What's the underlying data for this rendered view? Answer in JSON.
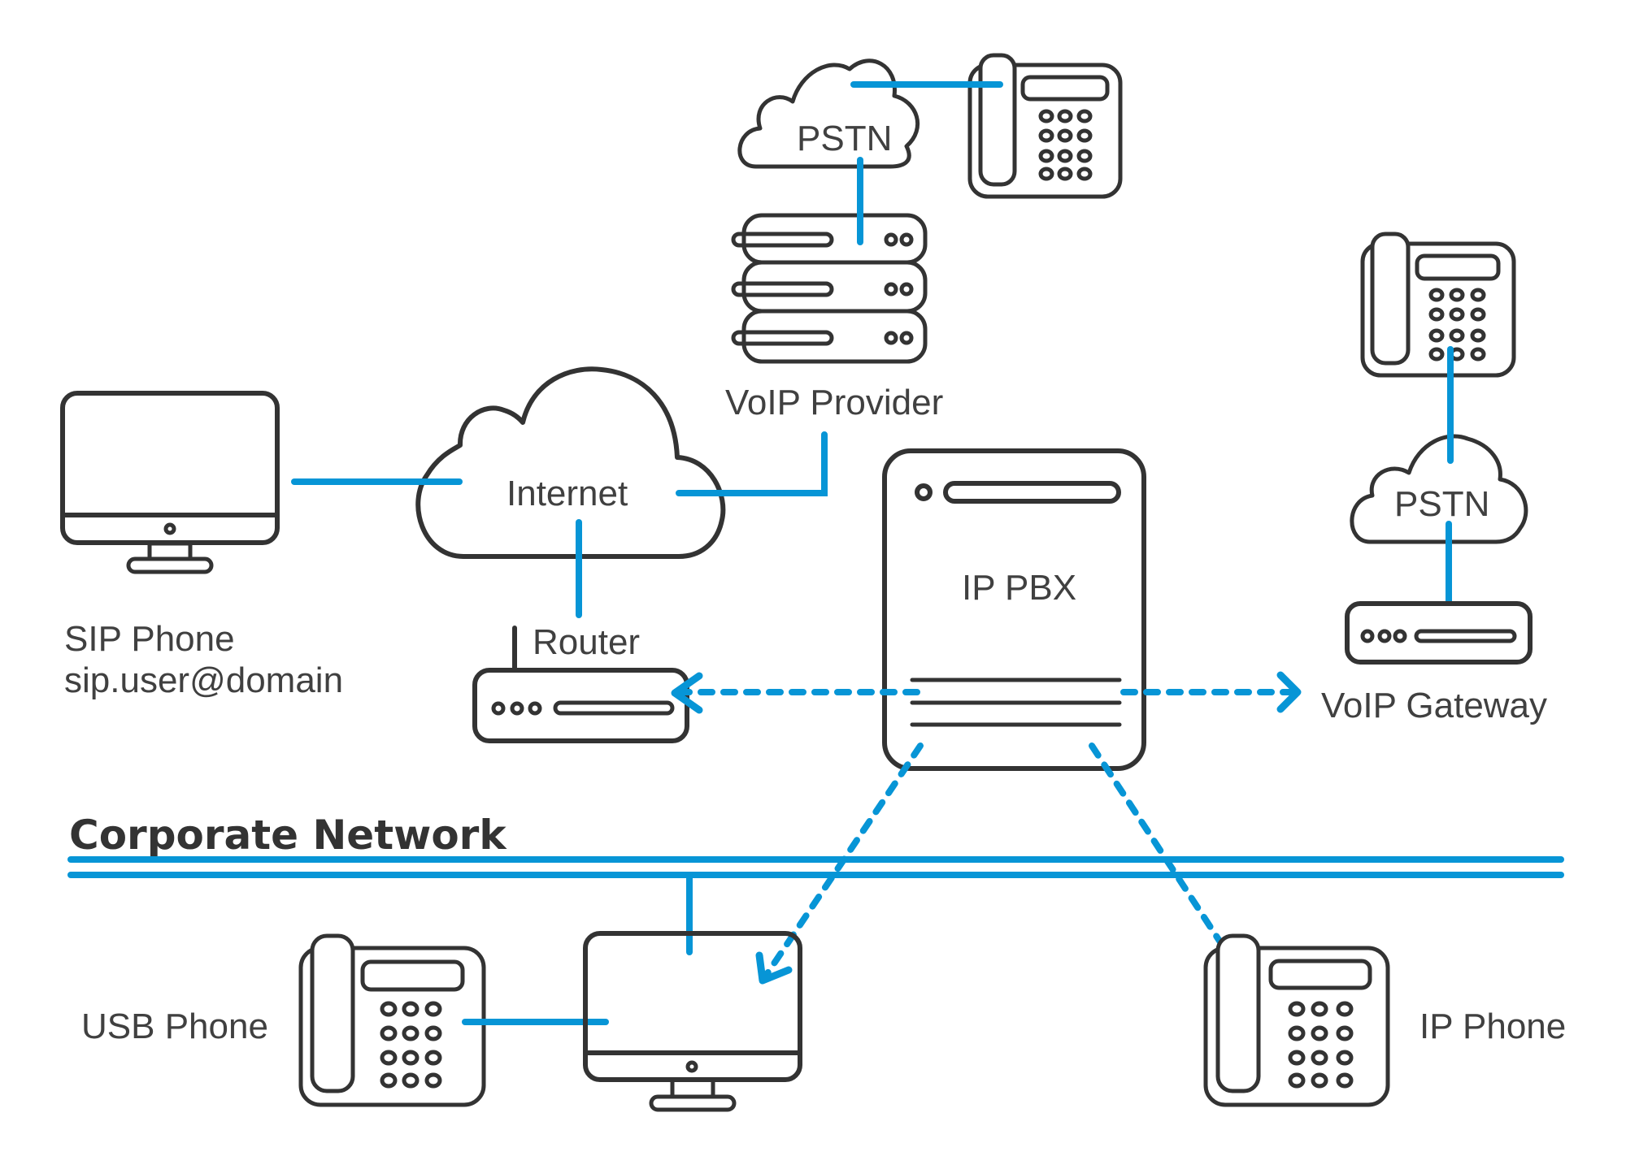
{
  "diagram": {
    "title": "Corporate Network",
    "colors": {
      "link": "#0795d6",
      "device_stroke": "#333333",
      "label": "#404040",
      "background": "#ffffff"
    },
    "nodes": {
      "pstn_top": {
        "label": "PSTN",
        "icon": "cloud-icon"
      },
      "pstn_top_phone": {
        "label": "",
        "icon": "desk-phone-icon"
      },
      "voip_provider": {
        "label": "VoIP Provider",
        "icon": "server-stack-icon"
      },
      "sip_phone": {
        "label_line1": "SIP Phone",
        "label_line2": "sip.user@domain",
        "icon": "monitor-icon"
      },
      "internet": {
        "label": "Internet",
        "icon": "cloud-icon"
      },
      "router": {
        "label": "Router",
        "icon": "router-icon"
      },
      "ip_pbx": {
        "label": "IP PBX",
        "icon": "pbx-server-icon"
      },
      "pstn_right": {
        "label": "PSTN",
        "icon": "cloud-icon"
      },
      "pstn_right_phone": {
        "label": "",
        "icon": "desk-phone-icon"
      },
      "voip_gateway": {
        "label": "VoIP Gateway",
        "icon": "gateway-icon"
      },
      "usb_phone": {
        "label": "USB Phone",
        "icon": "desk-phone-icon"
      },
      "corporate_pc": {
        "label": "",
        "icon": "monitor-icon"
      },
      "ip_phone": {
        "label": "IP Phone",
        "icon": "desk-phone-icon"
      }
    },
    "connections": [
      {
        "from": "pstn_top",
        "to": "pstn_top_phone",
        "style": "solid"
      },
      {
        "from": "pstn_top",
        "to": "voip_provider",
        "style": "solid"
      },
      {
        "from": "voip_provider",
        "to": "internet",
        "style": "solid"
      },
      {
        "from": "sip_phone",
        "to": "internet",
        "style": "solid"
      },
      {
        "from": "internet",
        "to": "router",
        "style": "solid"
      },
      {
        "from": "ip_pbx",
        "to": "router",
        "style": "dashed-arrow"
      },
      {
        "from": "ip_pbx",
        "to": "voip_gateway",
        "style": "dashed-arrow"
      },
      {
        "from": "pstn_right_phone",
        "to": "pstn_right",
        "style": "solid"
      },
      {
        "from": "pstn_right",
        "to": "voip_gateway",
        "style": "solid"
      },
      {
        "from": "ip_pbx",
        "to": "corporate_pc",
        "style": "dashed-arrow"
      },
      {
        "from": "ip_pbx",
        "to": "ip_phone",
        "style": "dashed-arrow"
      },
      {
        "from": "usb_phone",
        "to": "corporate_pc",
        "style": "solid"
      },
      {
        "from": "corporate_network",
        "to": "corporate_pc",
        "style": "solid"
      }
    ]
  }
}
